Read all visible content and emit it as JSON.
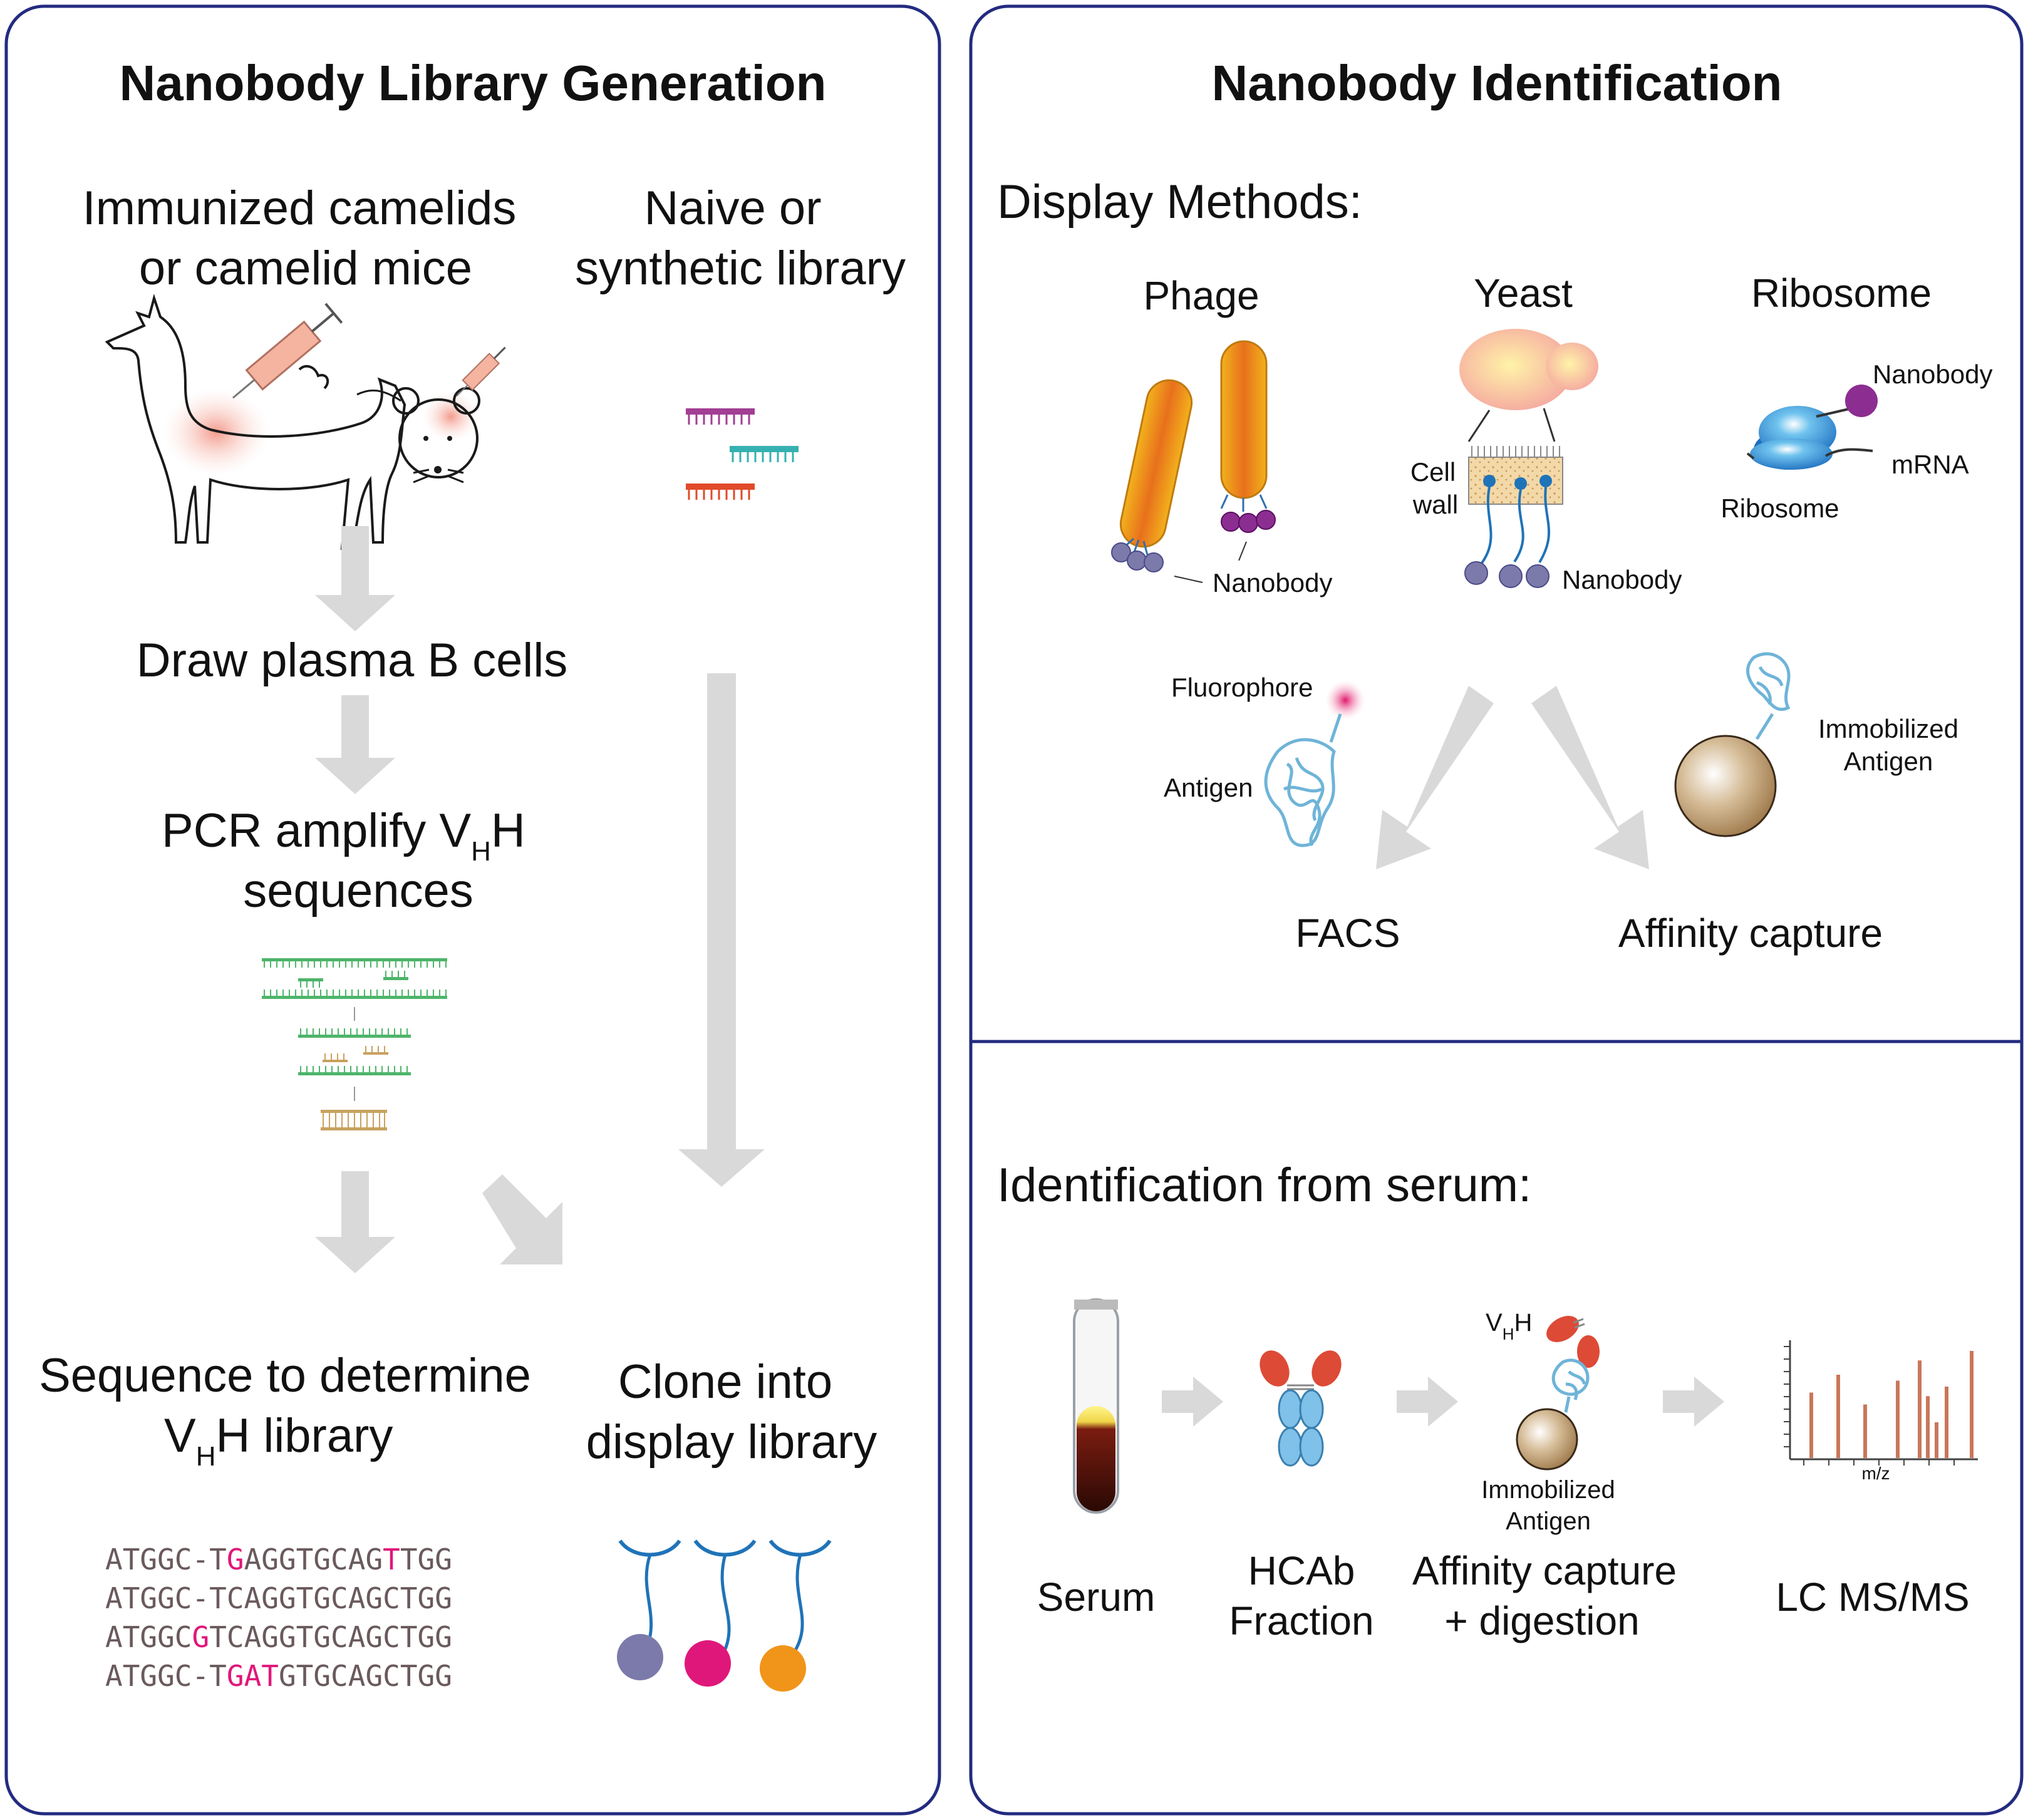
{
  "left_panel": {
    "title": "Nanobody Library Generation",
    "source_immunized": [
      "Immunized camelids",
      "or camelid mice"
    ],
    "source_naive": [
      "Naive or",
      "synthetic library"
    ],
    "step_draw": "Draw plasma B cells",
    "step_pcr_prefix": "PCR amplify V",
    "step_pcr_sub": "H",
    "step_pcr_suffix": "H",
    "step_pcr_line2": "sequences",
    "sequence_line1": "Sequence to determine",
    "sequence_line2_prefix": "V",
    "sequence_line2_sub": "H",
    "sequence_line2_suffix": "H library",
    "clone_line1": "Clone into",
    "clone_line2": "display library",
    "sequences": [
      {
        "a": "ATGGC-T",
        "b": "G",
        "c": "AGGTGCAG",
        "d": "T",
        "e": "TGG"
      },
      {
        "a": "ATGGC-TCAGGTGCAGCTGG",
        "b": "",
        "c": "",
        "d": "",
        "e": ""
      },
      {
        "a": "ATGGC",
        "b": "G",
        "c": "TCAGGTGCAGCTGG",
        "d": "",
        "e": ""
      },
      {
        "a": "ATGGC-T",
        "b": "GAT",
        "c": "GTGCAGCTGG",
        "d": "",
        "e": ""
      }
    ],
    "display_colors": [
      "#7c7aaa",
      "#e0177a",
      "#f0951a"
    ]
  },
  "right_top": {
    "title": "Nanobody Identification",
    "subtitle": "Display Methods:",
    "phage": "Phage",
    "yeast": "Yeast",
    "ribosome": "Ribosome",
    "phage_nanobody": "Nanobody",
    "yeast_cell": "Cell",
    "yeast_wall": "wall",
    "yeast_nanobody": "Nanobody",
    "ribo_nanobody": "Nanobody",
    "ribo_mrna": "mRNA",
    "ribo_ribosome": "Ribosome",
    "fluorophore": "Fluorophore",
    "antigen": "Antigen",
    "immobilized1": "Immobilized",
    "immobilized2": "Antigen",
    "facs": "FACS",
    "affinity": "Affinity capture"
  },
  "right_bottom": {
    "subtitle": "Identification from serum:",
    "vhh_prefix": "V",
    "vhh_sub": "H",
    "vhh_suffix": "H",
    "immob1": "Immobilized",
    "immob2": "Antigen",
    "mz": "m/z",
    "serum": "Serum",
    "hcab1": "HCAb",
    "hcab2": "Fraction",
    "aff1": "Affinity capture",
    "aff2": "+ digestion",
    "lcms": "LC MS/MS",
    "ms_peaks": [
      0.55,
      0.7,
      0.45,
      0.65,
      0.82,
      0.52,
      0.3,
      0.6,
      0.9
    ],
    "colors": {
      "frame": "#232b80",
      "arrow": "#d9d9d9",
      "antigen": "#6fb4d8",
      "bead": "#a9875a",
      "nanobody": "#8c2d92",
      "ms_peak": "#c9775a"
    }
  }
}
